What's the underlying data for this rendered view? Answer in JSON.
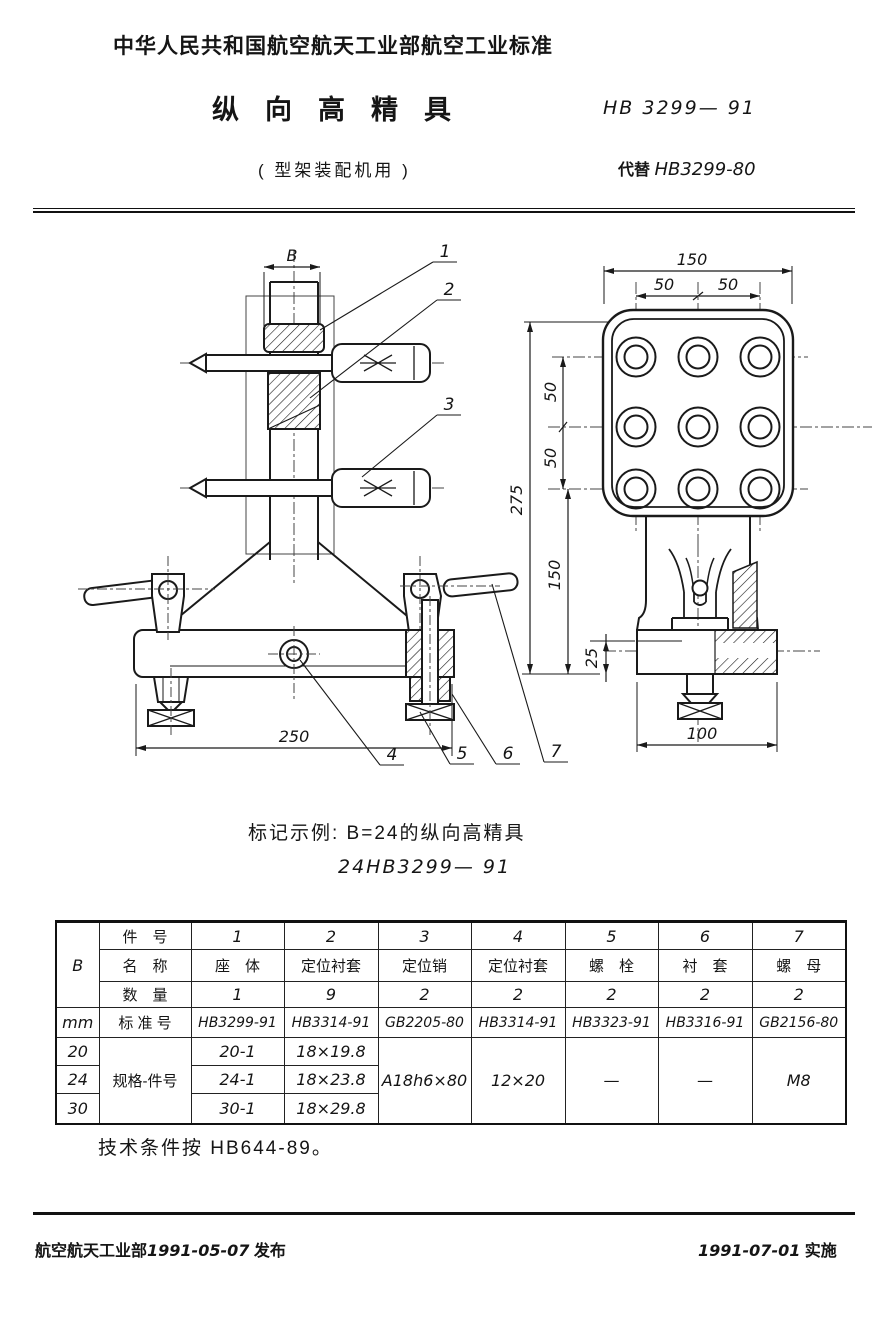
{
  "page": {
    "header": "中华人民共和国航空航天工业部航空工业标准",
    "title": "纵向高精具",
    "standard_no": "HB 3299— 91",
    "subtitle": "( 型架装配机用 )",
    "replaces_label": "代替",
    "replaces_value": "HB3299-80"
  },
  "drawing": {
    "front_view": {
      "dim_b": "B",
      "dim_width": "250"
    },
    "side_view": {
      "dim_top_width": "150",
      "dim_top_left": "50",
      "dim_top_right": "50",
      "dim_left_upper": "50",
      "dim_left_lower": "50",
      "dim_total_height": "275",
      "dim_lower_height": "150",
      "dim_base_height": "25",
      "dim_base_width": "100"
    },
    "callouts": [
      "1",
      "2",
      "3",
      "4",
      "5",
      "6",
      "7"
    ]
  },
  "marking": {
    "line1": "标记示例: B=24的纵向高精具",
    "line2": "24HB3299— 91"
  },
  "table": {
    "corner_b": "B",
    "corner_unit": "mm",
    "row_labels": [
      "件　号",
      "名　称",
      "数　量",
      "标 准 号"
    ],
    "part_numbers": [
      "1",
      "2",
      "3",
      "4",
      "5",
      "6",
      "7"
    ],
    "part_names": [
      "座　体",
      "定位衬套",
      "定位销",
      "定位衬套",
      "螺　栓",
      "衬　套",
      "螺　母"
    ],
    "quantities": [
      "1",
      "9",
      "2",
      "2",
      "2",
      "2",
      "2"
    ],
    "standards": [
      "HB3299-91",
      "HB3314-91",
      "GB2205-80",
      "HB3314-91",
      "HB3323-91",
      "HB3316-91",
      "GB2156-80"
    ],
    "spec_label": "规格-件号",
    "sizes": [
      {
        "b": "20",
        "seat": "20-1",
        "bushing": "18×19.8"
      },
      {
        "b": "24",
        "seat": "24-1",
        "bushing": "18×23.8"
      },
      {
        "b": "30",
        "seat": "30-1",
        "bushing": "18×29.8"
      }
    ],
    "merged_values": {
      "pin": "A18h6×80",
      "bushing2": "12×20",
      "bolt": "—",
      "sleeve": "—",
      "nut": "M8"
    }
  },
  "tech_note": "技术条件按 HB644-89。",
  "footer": {
    "issue_org": "航空航天工业部",
    "issue_date": "1991-05-07",
    "issue_label": "发布",
    "impl_date": "1991-07-01",
    "impl_label": "实施"
  }
}
